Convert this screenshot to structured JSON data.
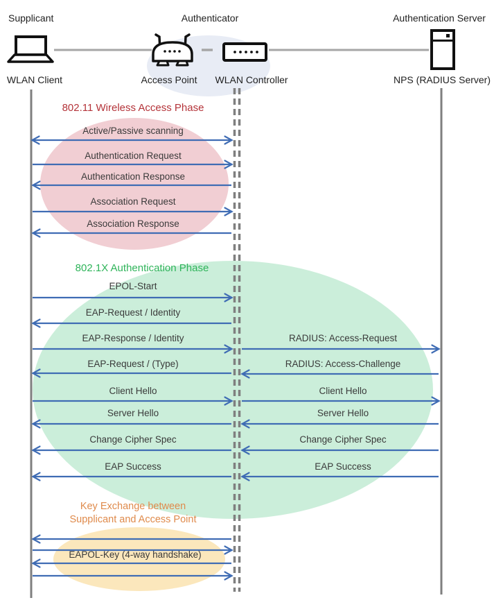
{
  "header": {
    "roles": {
      "supplicant": "Supplicant",
      "authenticator": "Authenticator",
      "auth_server": "Authentication Server"
    },
    "nodes": {
      "wlan_client": "WLAN Client",
      "access_point": "Access Point",
      "wlan_controller": "WLAN Controller",
      "nps": "NPS (RADIUS Server)"
    },
    "icons": [
      "laptop-icon",
      "access-point-icon",
      "wlan-controller-icon",
      "server-icon"
    ]
  },
  "phases": {
    "p1": {
      "title": "802.11 Wireless Access Phase",
      "color": "#B43339",
      "ellipse_color": "#F1CED3"
    },
    "p2": {
      "title": "802.1X Authentication Phase",
      "color": "#2FB45A",
      "ellipse_color": "#CBEEDA"
    },
    "p3": {
      "title_line1": "Key Exchange between",
      "title_line2": "Supplicant and Access Point",
      "color": "#DF8A4B",
      "ellipse_color": "#FBE7BC"
    }
  },
  "colors": {
    "arrow_blue": "#3F6CB4",
    "lifeline_gray": "#7F7F7F",
    "connector_gray": "#A6A6A6",
    "authenticator_ellipse": "#E8ECF5"
  },
  "messages": {
    "left": [
      {
        "label": "Active/Passive scanning",
        "direction": "both"
      },
      {
        "label": "Authentication Request",
        "direction": "right"
      },
      {
        "label": "Authentication Response",
        "direction": "left"
      },
      {
        "label": "Association Request",
        "direction": "right"
      },
      {
        "label": "Association Response",
        "direction": "left"
      },
      {
        "label": "EPOL-Start",
        "direction": "right"
      },
      {
        "label": "EAP-Request / Identity",
        "direction": "left"
      },
      {
        "label": "EAP-Response / Identity",
        "direction": "right"
      },
      {
        "label": "EAP-Request / (Type)",
        "direction": "left"
      },
      {
        "label": "Client Hello",
        "direction": "right"
      },
      {
        "label": "Server Hello",
        "direction": "left"
      },
      {
        "label": "Change Cipher Spec",
        "direction": "left"
      },
      {
        "label": "EAP Success",
        "direction": "left"
      },
      {
        "label": "",
        "direction": "left"
      },
      {
        "label": "",
        "direction": "right"
      },
      {
        "label": "EAPOL-Key (4-way handshake)",
        "direction": "left"
      },
      {
        "label": "",
        "direction": "right"
      }
    ],
    "right": [
      {
        "label": "RADIUS: Access-Request",
        "direction": "right"
      },
      {
        "label": "RADIUS: Access-Challenge",
        "direction": "left"
      },
      {
        "label": "Client Hello",
        "direction": "right"
      },
      {
        "label": "Server Hello",
        "direction": "left"
      },
      {
        "label": "Change Cipher Spec",
        "direction": "left"
      },
      {
        "label": "EAP Success",
        "direction": "left"
      }
    ]
  }
}
